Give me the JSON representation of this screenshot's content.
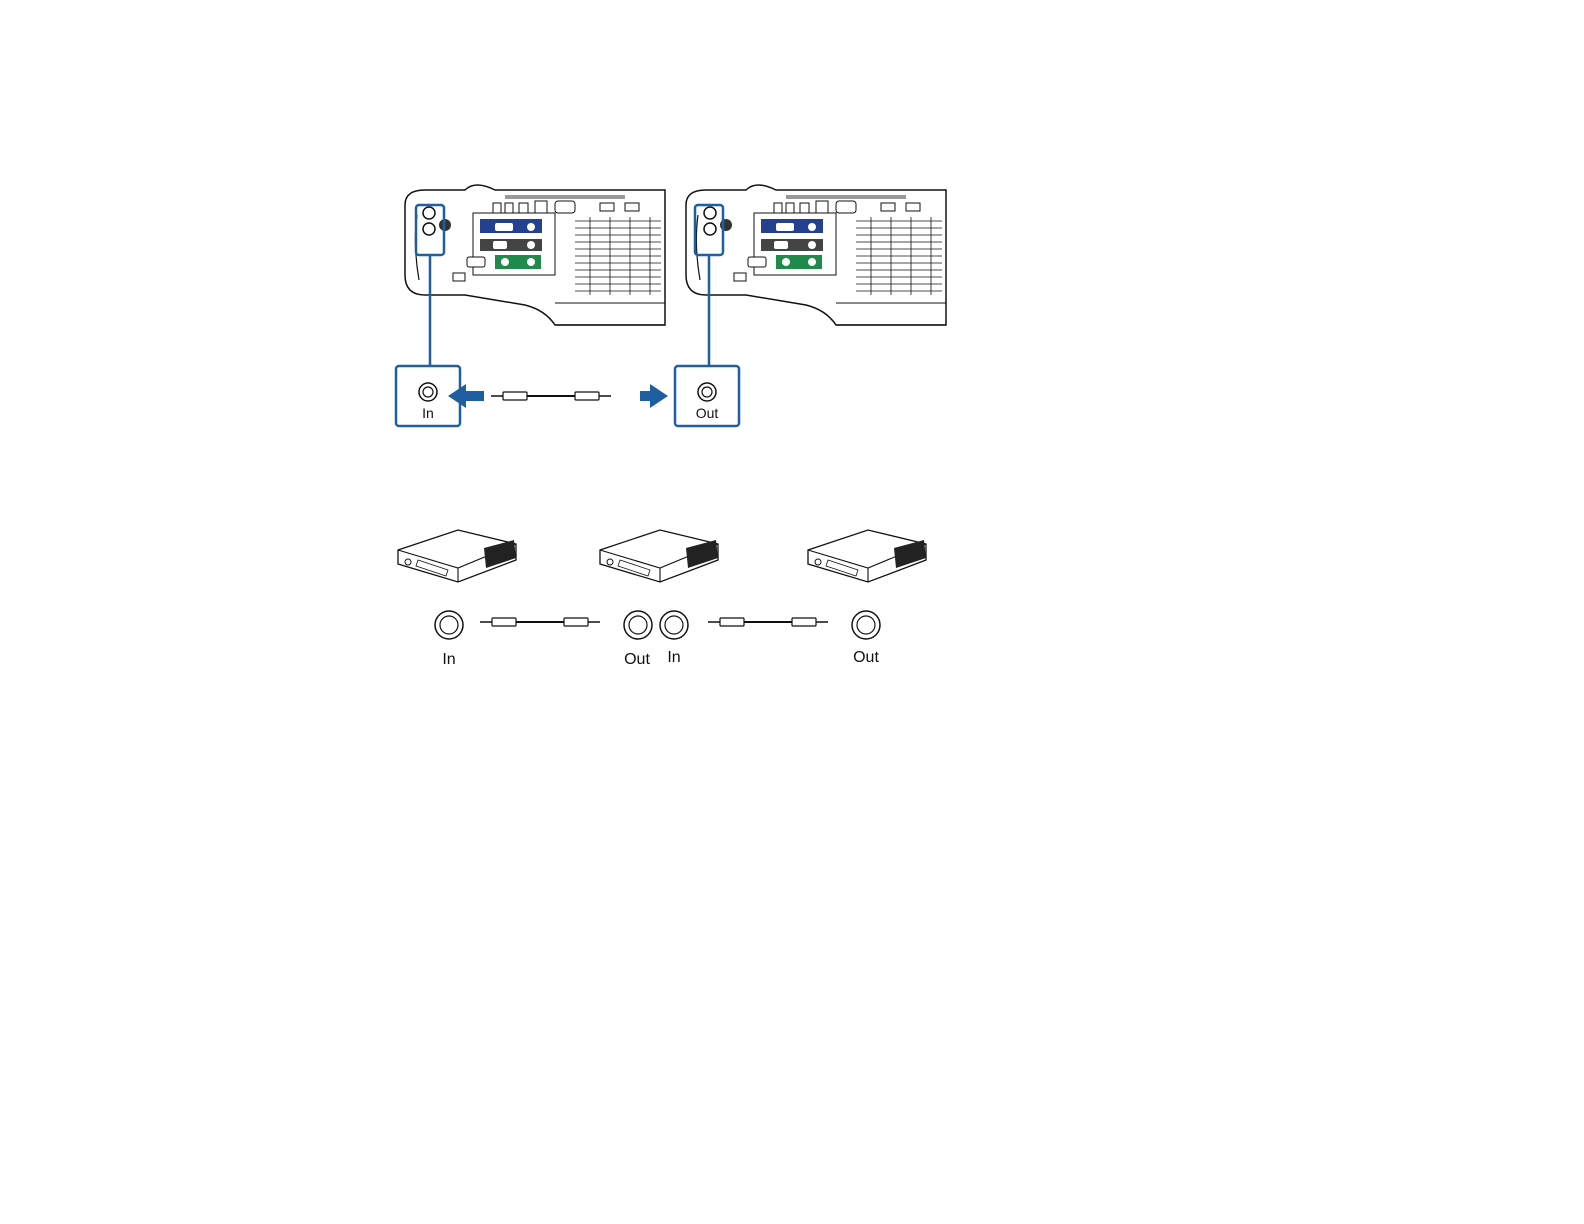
{
  "colors": {
    "accent": "#1f5fa0",
    "line": "#111111",
    "panel_blue": "#25408f",
    "panel_green": "#1f8a4c"
  },
  "top": {
    "in_label": "In",
    "out_label": "Out"
  },
  "bottom": {
    "in_label_1": "In",
    "out_label_1": "Out",
    "in_label_2": "In",
    "out_label_2": "Out"
  }
}
